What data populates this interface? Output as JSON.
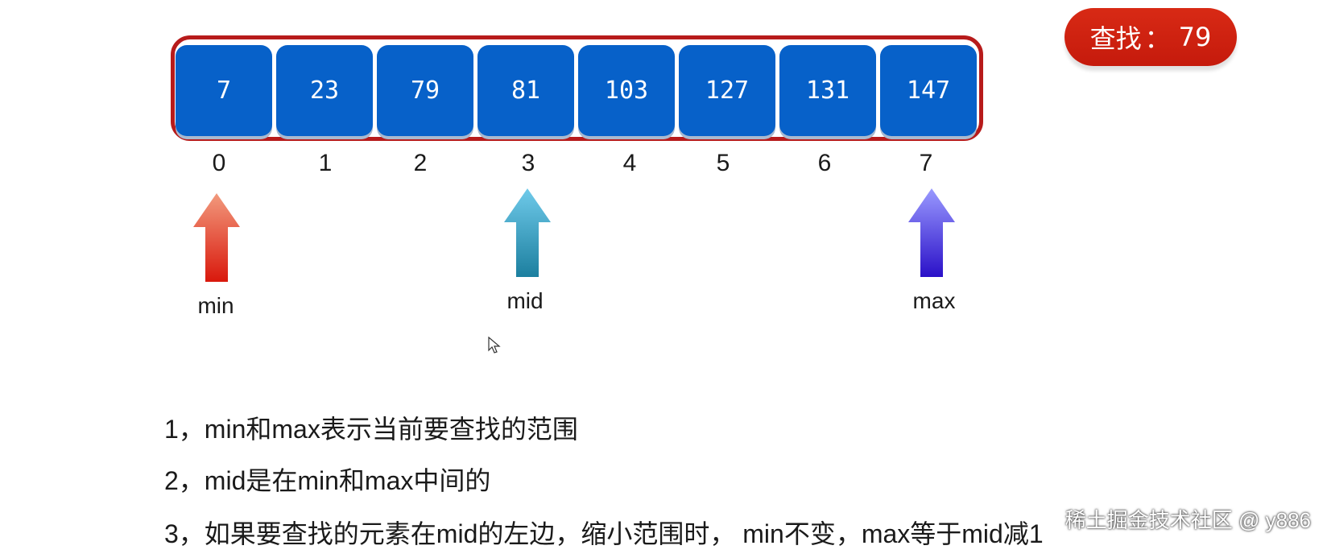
{
  "search": {
    "label": "查找",
    "separator": "：",
    "target": "79"
  },
  "array": {
    "values": [
      "7",
      "23",
      "79",
      "81",
      "103",
      "127",
      "131",
      "147"
    ],
    "indices": [
      "0",
      "1",
      "2",
      "3",
      "4",
      "5",
      "6",
      "7"
    ]
  },
  "pointers": {
    "min": {
      "label": "min",
      "index": 0,
      "gradient_top": "#f29a7d",
      "gradient_bottom": "#d9180c"
    },
    "mid": {
      "label": "mid",
      "index": 3,
      "gradient_top": "#6fcaea",
      "gradient_bottom": "#1c7f9f"
    },
    "max": {
      "label": "max",
      "index": 7,
      "gradient_top": "#9a9aff",
      "gradient_bottom": "#2a10c8"
    }
  },
  "notes": [
    "1，min和max表示当前要查找的范围",
    "2，mid是在min和max中间的",
    "3，如果要查找的元素在mid的左边，缩小范围时， min不变，max等于mid减1"
  ],
  "watermark": "稀土掘金技术社区 @ y886",
  "colors": {
    "cell_fill": "#0761c9",
    "frame_border": "#b71b1b",
    "badge_fill": "#d82a15"
  }
}
